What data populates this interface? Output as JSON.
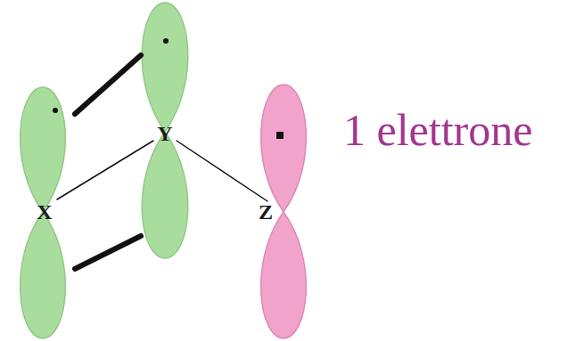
{
  "diagram": {
    "labels": [
      "X",
      "Y",
      "Z",
      "1 elettrone"
    ]
  }
}
